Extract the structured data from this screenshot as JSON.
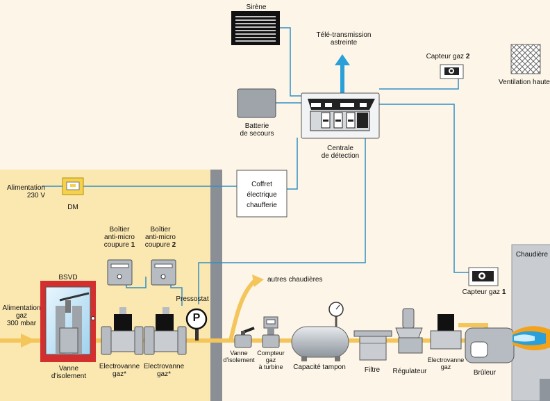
{
  "labels": {
    "sirene": "Sirène",
    "teletransmission_line1": "Télé-transmission",
    "teletransmission_line2": "astreinte",
    "capteur_gaz_2_text": "Capteur gaz ",
    "capteur_gaz_2_num": "2",
    "ventilation_haute": "Ventilation haute",
    "batterie_line1": "Batterie",
    "batterie_line2": "de secours",
    "centrale_line1": "Centrale",
    "centrale_line2": "de détection",
    "alimentation_230_line1": "Alimentation",
    "alimentation_230_line2": "230 V",
    "dm": "DM",
    "coffret_line1": "Coffret",
    "coffret_line2": "électrique",
    "coffret_line3": "chaufferie",
    "boitier1_line1": "Boîtier",
    "boitier1_line2": "anti-micro",
    "boitier1_line3_text": "coupure ",
    "boitier1_line3_num": "1",
    "boitier2_line1": "Boîtier",
    "boitier2_line2": "anti-micro",
    "boitier2_line3_text": "coupure ",
    "boitier2_line3_num": "2",
    "bsvd": "BSVD",
    "pressostat": "Pressostat",
    "pressostat_letter": "P",
    "autres_chaudieres": "autres chaudières",
    "chaudiere": "Chaudière",
    "capteur_gaz_1_text": "Capteur gaz ",
    "capteur_gaz_1_num": "1",
    "alimentation_gaz_line1": "Alimentation",
    "alimentation_gaz_line2": "gaz",
    "alimentation_gaz_line3": "300 mbar",
    "vanne_isolement_line1": "Vanne",
    "vanne_isolement_line2": "d'isolement",
    "electrovanne1_line1": "Electrovanne",
    "electrovanne1_line2": "gaz*",
    "electrovanne2_line1": "Electrovanne",
    "electrovanne2_line2": "gaz*",
    "vanne2_line1": "Vanne",
    "vanne2_line2": "d'isolement",
    "compteur_line1": "Compteur",
    "compteur_line2": "gaz",
    "compteur_line3": "à turbine",
    "capacite_tampon": "Capacité tampon",
    "filtre": "Filtre",
    "regulateur": "Régulateur",
    "electrovanne3_line1": "Electrovanne",
    "electrovanne3_line2": "gaz",
    "bruleur": "Brûleur"
  },
  "colors": {
    "wire": "#2f8fc4",
    "gas_pipe": "#f4c55a",
    "arrow_blue": "#2a9fd8",
    "zone_fill": "#fbe7b0",
    "wall": "#8a8f96",
    "bsvd_frame": "#d32f2f",
    "device_grey": "#9ea4aa"
  }
}
